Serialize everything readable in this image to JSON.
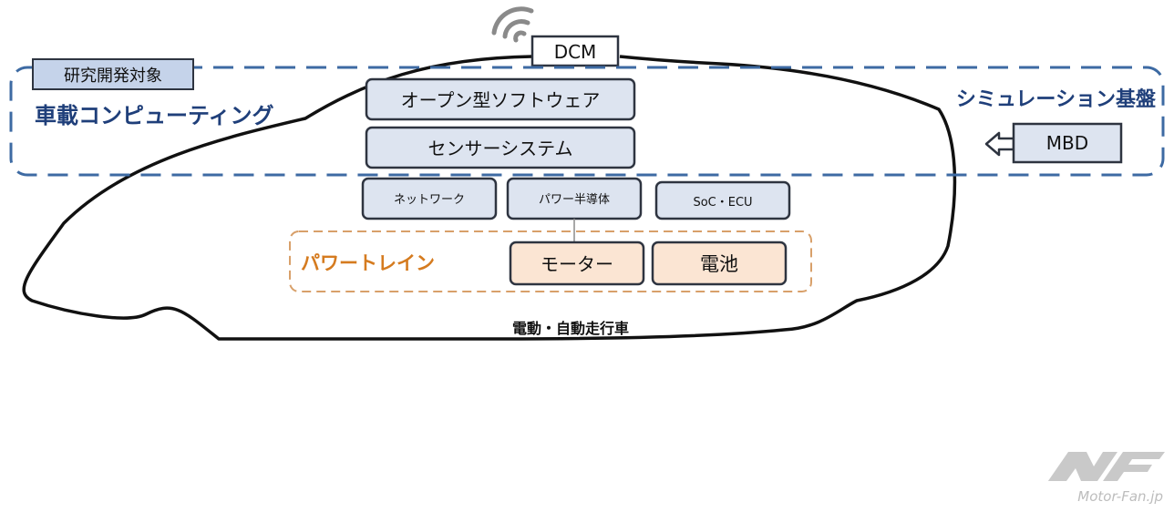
{
  "diagram": {
    "dcm": "DCM",
    "research_target": "研究開発対象",
    "in_vehicle_computing": "車載コンピューティング",
    "open_software": "オープン型ソフトウェア",
    "sensor_system": "センサーシステム",
    "simulation_platform": "シミュレーション基盤",
    "mbd": "MBD",
    "network": "ネットワーク",
    "power_semiconductor": "パワー半導体",
    "soc_ecu": "SoC・ECU",
    "powertrain": "パワートレイン",
    "motor": "モーター",
    "battery": "電池",
    "caption": "電動・自動走行車"
  },
  "watermark": {
    "text": "Motor-Fan.jp"
  },
  "colors": {
    "dashed_blue": "#3d6aa3",
    "box_fill": "#dde4f0",
    "box_stroke": "#2e3440",
    "orange_text": "#d57b1f",
    "orange_fill": "#fbe5d3",
    "dashed_orange": "#d8a06a",
    "label_fill": "#c5d3ea"
  }
}
